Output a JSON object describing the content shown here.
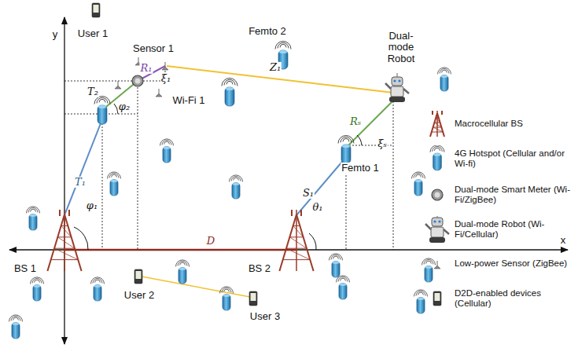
{
  "diagram": {
    "labels": [
      "User 1",
      "Sensor 1",
      "Femto 2",
      "Dual-mode Robot",
      "y",
      "R₁",
      "ξ₁",
      "T₂",
      "φ₂",
      "Z₁",
      "Wi-Fi 1",
      "Rₛ",
      "ξₛ",
      "Femto 1",
      "T₁",
      "S₁",
      "θ₁",
      "φ₁",
      "D",
      "x",
      "BS 1",
      "BS 2",
      "User 2",
      "User 3"
    ],
    "legend": [
      {
        "text": "Macrocellular BS"
      },
      {
        "text": "4G Hotspot (Cellular and/or Wi-fi)"
      },
      {
        "text": "Dual-mode Smart Meter (Wi-Fi/ZigBee)"
      },
      {
        "text": "Dual-mode Robot (Wi-Fi/Cellular)"
      },
      {
        "text": "Low-power Sensor (ZigBee)"
      },
      {
        "text": "D2D-enabled devices (Cellular)"
      }
    ]
  }
}
